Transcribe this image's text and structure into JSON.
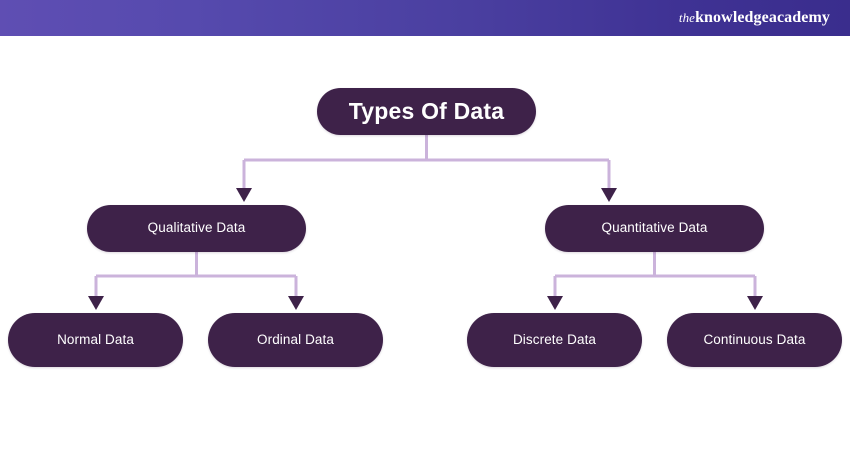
{
  "header": {
    "brand_the": "the",
    "brand_main": "knowledgeacademy",
    "gradient_from": "#5f4eb3",
    "gradient_to": "#3a2d8d"
  },
  "diagram": {
    "type": "tree",
    "node_fill": "#3e2249",
    "node_text": "#ffffff",
    "connector_color": "#cbb3db",
    "arrow_color": "#3e2249",
    "root": {
      "label": "Types Of Data"
    },
    "level2": [
      {
        "label": "Qualitative Data"
      },
      {
        "label": "Quantitative Data"
      }
    ],
    "level3": [
      {
        "label": "Normal Data",
        "parent": "Qualitative Data"
      },
      {
        "label": "Ordinal Data",
        "parent": "Qualitative Data"
      },
      {
        "label": "Discrete Data",
        "parent": "Quantitative Data"
      },
      {
        "label": "Continuous Data",
        "parent": "Quantitative Data"
      }
    ]
  }
}
